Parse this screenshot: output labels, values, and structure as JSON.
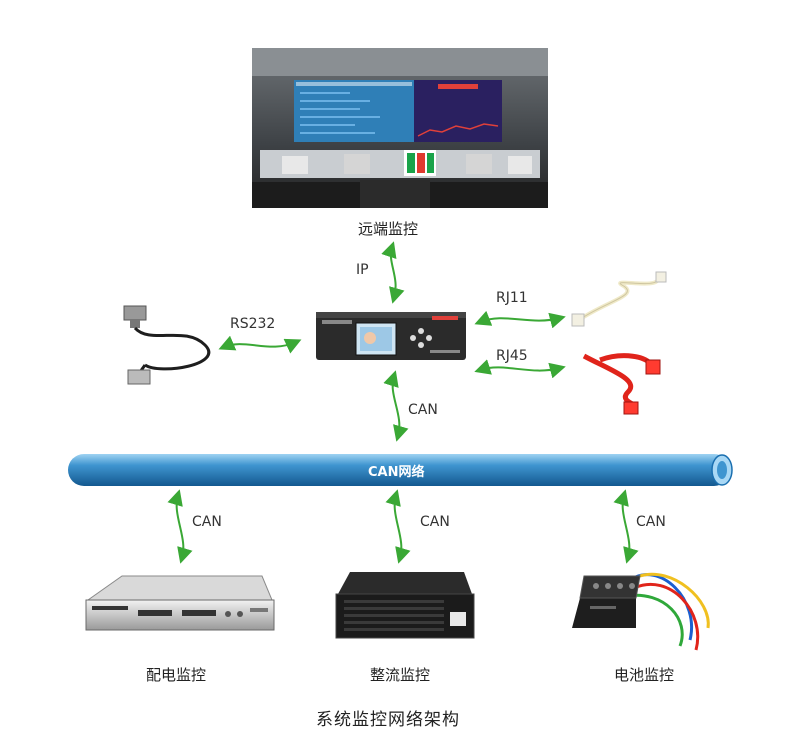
{
  "diagram": {
    "title": "系统监控网络架构",
    "bus_label": "CAN网络",
    "nodes": {
      "remote": "远端监控",
      "power_dist": "配电监控",
      "rectifier": "整流监控",
      "battery": "电池监控"
    },
    "links": {
      "ip": "IP",
      "rs232": "RS232",
      "rj11": "RJ11",
      "rj45": "RJ45",
      "can_controller": "CAN",
      "can_power_dist": "CAN",
      "can_rectifier": "CAN",
      "can_battery": "CAN"
    }
  },
  "colors": {
    "arrow": "#3aa835",
    "bus": "#1a6fb0",
    "bus_highlight": "#7fc0ea",
    "rj45_cable": "#e0241b",
    "rj11_cable": "#efe9c8"
  }
}
